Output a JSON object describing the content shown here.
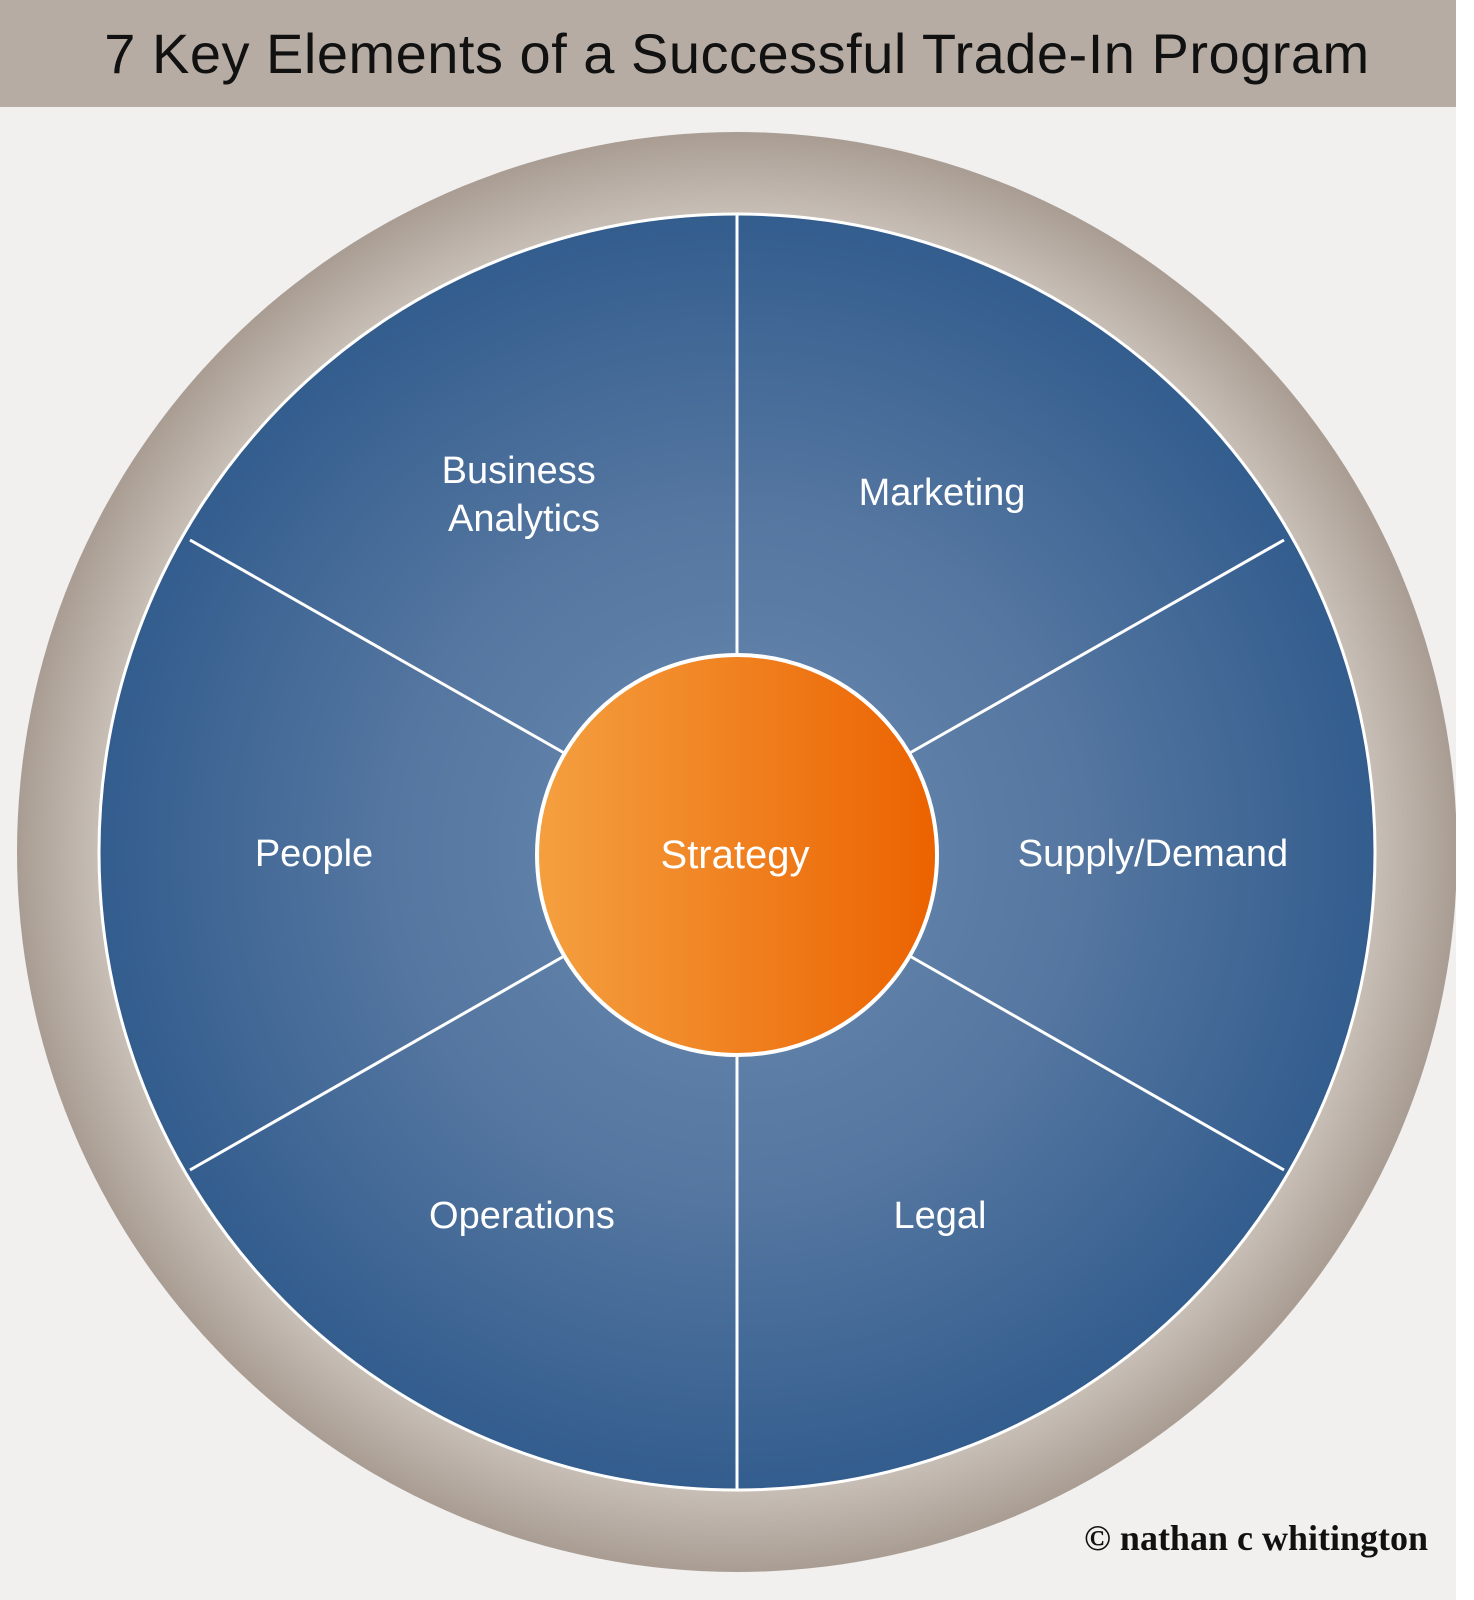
{
  "title": "7 Key Elements of a Successful Trade-In Program",
  "center": {
    "label": "Strategy"
  },
  "segments": [
    {
      "id": "business-analytics",
      "lines": [
        "Business",
        "Analytics"
      ]
    },
    {
      "id": "marketing",
      "lines": [
        "Marketing"
      ]
    },
    {
      "id": "people",
      "lines": [
        "People"
      ]
    },
    {
      "id": "supply-demand",
      "lines": [
        "Supply/Demand"
      ]
    },
    {
      "id": "operations",
      "lines": [
        "Operations"
      ]
    },
    {
      "id": "legal",
      "lines": [
        "Legal"
      ]
    }
  ],
  "copyright": "© nathan c whitington",
  "colors": {
    "title_bar": "#b6aca3",
    "outer_ring": "#b3a89f",
    "wheel_dark": "#35608f",
    "wheel_light": "#6485ab",
    "center_light": "#f4a040",
    "center_dark": "#eb6000",
    "divider": "#ffffff"
  }
}
